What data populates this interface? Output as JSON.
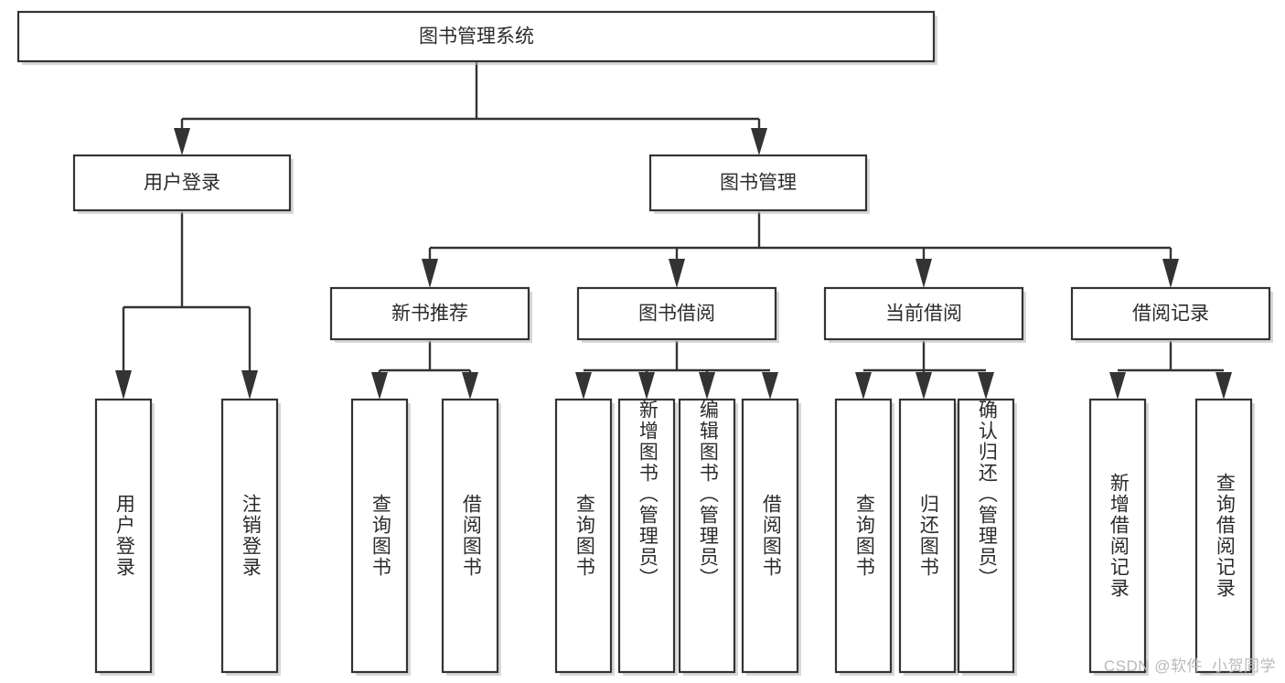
{
  "diagram": {
    "title": "图书管理系统",
    "type": "tree",
    "watermark": "CSDN @软件_小贺同学",
    "colors": {
      "box_fill": "#ffffff",
      "box_stroke": "#333333",
      "text": "#2b2b2b",
      "watermark": "#b9b9b9",
      "background": "#ffffff"
    },
    "root": {
      "id": "root",
      "label": "图书管理系统",
      "orientation": "horizontal"
    },
    "level2": [
      {
        "id": "user-login",
        "label": "用户登录",
        "orientation": "horizontal"
      },
      {
        "id": "book-manage",
        "label": "图书管理",
        "orientation": "horizontal"
      }
    ],
    "level3": [
      {
        "id": "new-book-rec",
        "label": "新书推荐",
        "orientation": "horizontal",
        "parent": "book-manage"
      },
      {
        "id": "book-borrow",
        "label": "图书借阅",
        "orientation": "horizontal",
        "parent": "book-manage"
      },
      {
        "id": "current-borrow",
        "label": "当前借阅",
        "orientation": "horizontal",
        "parent": "book-manage"
      },
      {
        "id": "borrow-record",
        "label": "借阅记录",
        "orientation": "horizontal",
        "parent": "book-manage"
      }
    ],
    "leaves": [
      {
        "id": "leaf-user-login",
        "label": "用户登录",
        "parent": "user-login",
        "orientation": "vertical"
      },
      {
        "id": "leaf-logout",
        "label": "注销登录",
        "parent": "user-login",
        "orientation": "vertical"
      },
      {
        "id": "leaf-query-book-1",
        "label": "查询图书",
        "parent": "new-book-rec",
        "orientation": "vertical"
      },
      {
        "id": "leaf-borrow-book-1",
        "label": "借阅图书",
        "parent": "new-book-rec",
        "orientation": "vertical"
      },
      {
        "id": "leaf-query-book-2",
        "label": "查询图书",
        "parent": "book-borrow",
        "orientation": "vertical"
      },
      {
        "id": "leaf-add-book",
        "label": "新增图书（管理员）",
        "parent": "book-borrow",
        "orientation": "vertical"
      },
      {
        "id": "leaf-edit-book",
        "label": "编辑图书（管理员）",
        "parent": "book-borrow",
        "orientation": "vertical"
      },
      {
        "id": "leaf-borrow-book-2",
        "label": "借阅图书",
        "parent": "book-borrow",
        "orientation": "vertical"
      },
      {
        "id": "leaf-query-book-3",
        "label": "查询图书",
        "parent": "current-borrow",
        "orientation": "vertical"
      },
      {
        "id": "leaf-return-book",
        "label": "归还图书",
        "parent": "current-borrow",
        "orientation": "vertical"
      },
      {
        "id": "leaf-confirm-return",
        "label": "确认归还（管理员）",
        "parent": "current-borrow",
        "orientation": "vertical"
      },
      {
        "id": "leaf-add-record",
        "label": "新增借阅记录",
        "parent": "borrow-record",
        "orientation": "vertical"
      },
      {
        "id": "leaf-query-record",
        "label": "查询借阅记录",
        "parent": "borrow-record",
        "orientation": "vertical"
      }
    ]
  }
}
